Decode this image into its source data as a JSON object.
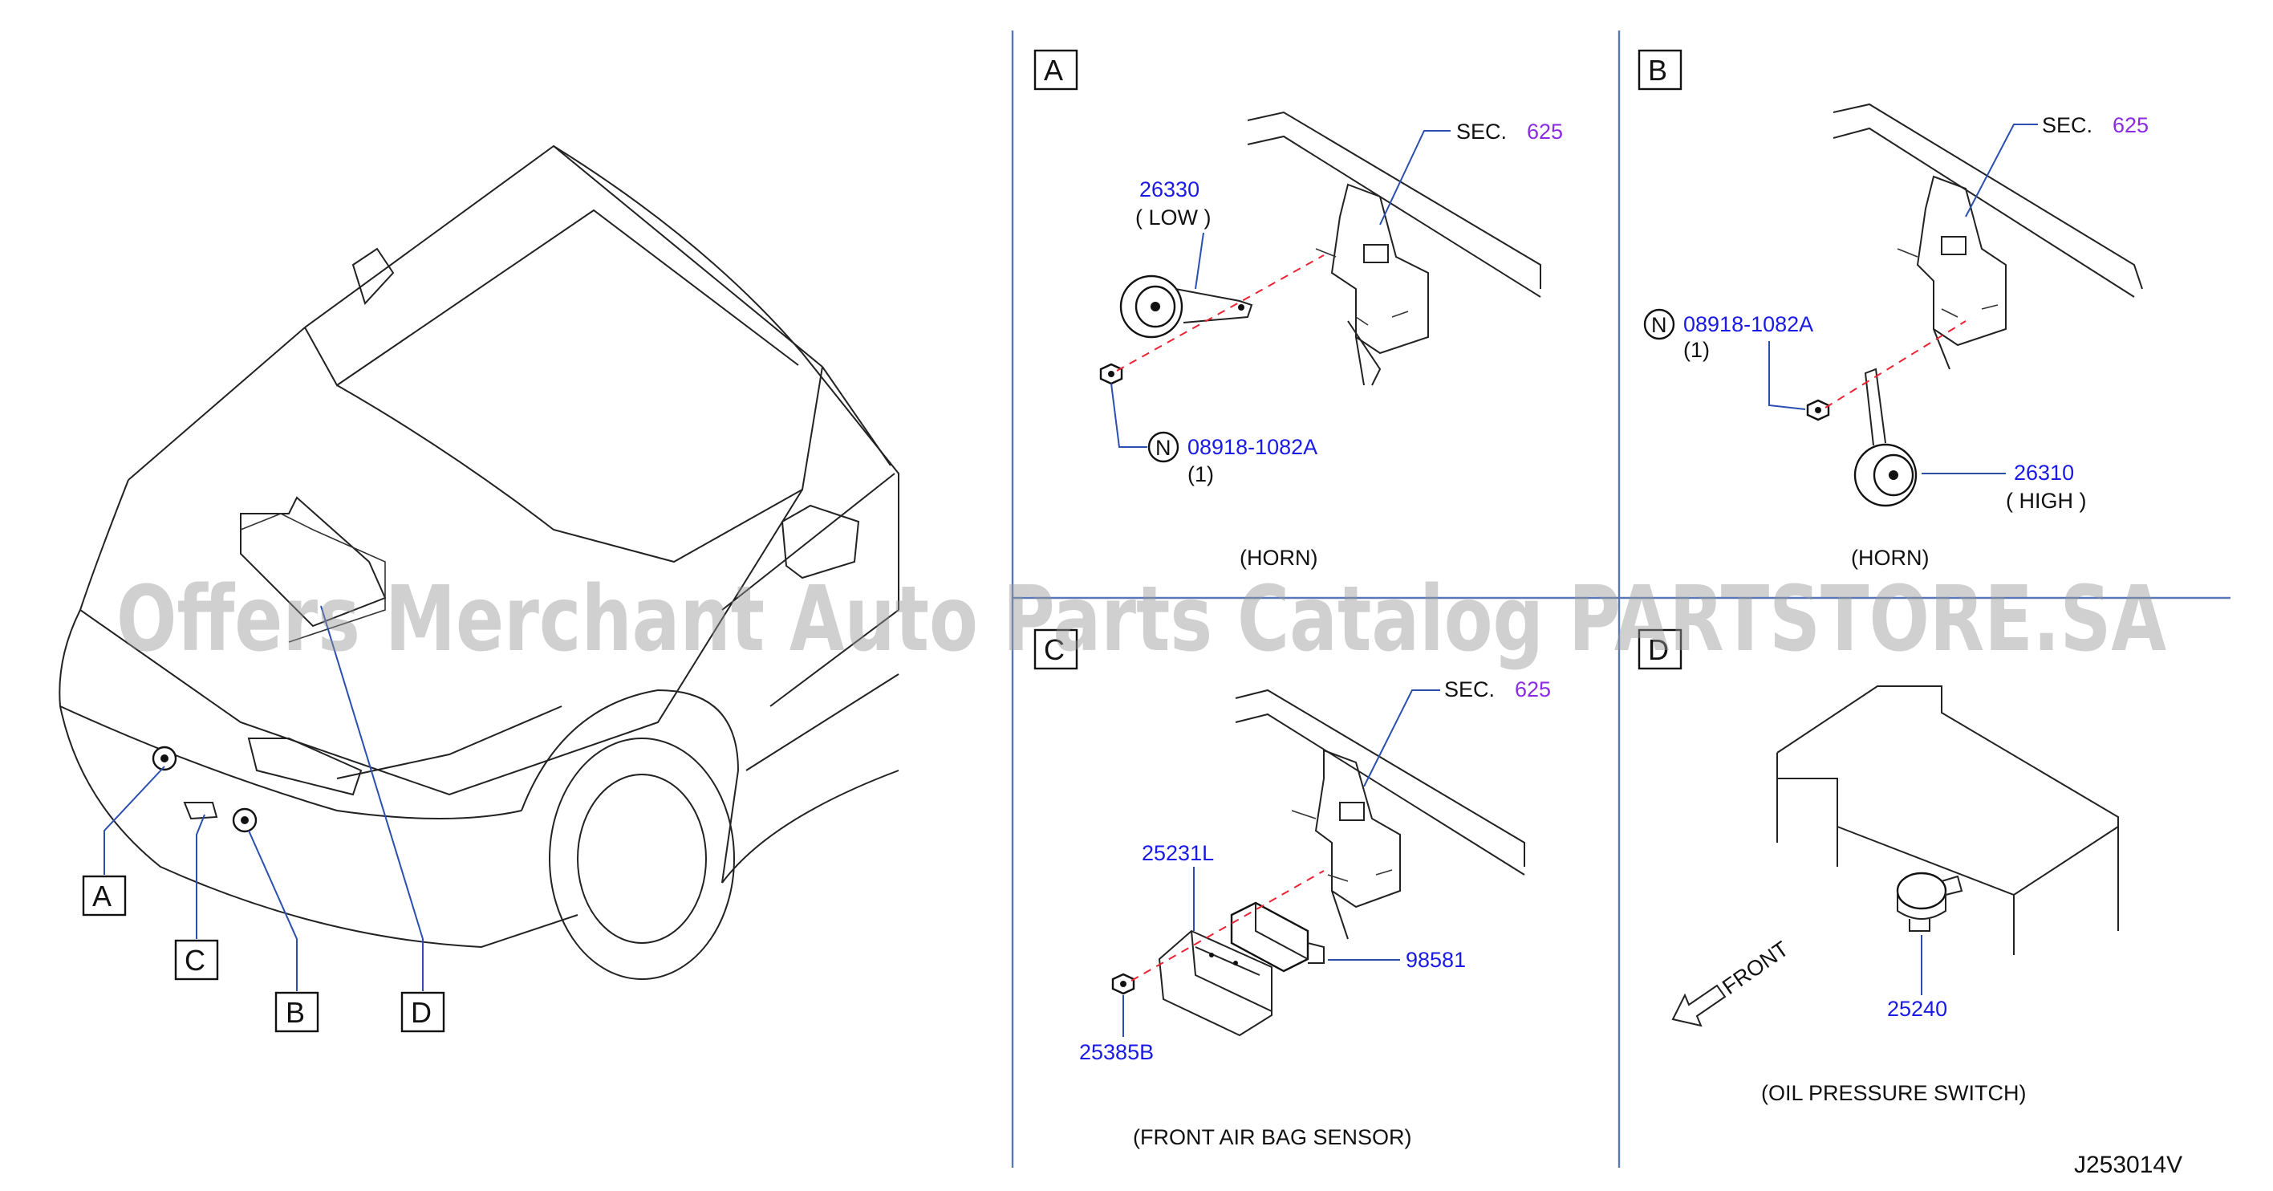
{
  "overview": {
    "callouts": [
      "A",
      "C",
      "B",
      "D"
    ]
  },
  "panels": {
    "A": {
      "letter": "A",
      "sec_prefix": "SEC.",
      "sec_num": "625",
      "part_no": "26330",
      "part_note": "( LOW )",
      "nut_symbol": "N",
      "nut_no": "08918-1082A",
      "nut_qty": "(1)",
      "caption": "(HORN)"
    },
    "B": {
      "letter": "B",
      "sec_prefix": "SEC.",
      "sec_num": "625",
      "nut_symbol": "N",
      "nut_no": "08918-1082A",
      "nut_qty": "(1)",
      "part_no": "26310",
      "part_note": "( HIGH )",
      "caption": "(HORN)"
    },
    "C": {
      "letter": "C",
      "sec_prefix": "SEC.",
      "sec_num": "625",
      "bracket_no": "25231L",
      "sensor_no": "98581",
      "nut_no": "25385B",
      "caption": "(FRONT   AIR   BAG   SENSOR)"
    },
    "D": {
      "letter": "D",
      "front_label": "FRONT",
      "part_no": "25240",
      "caption": "(OIL   PRESSURE   SWITCH)"
    }
  },
  "diagram_code": "J253014V",
  "watermark": "Offers Merchant Auto Parts Catalog PARTSTORE.SA",
  "colors": {
    "part_number": "#1a1ae6",
    "section_number": "#8a2be2",
    "divider": "#5a78b8",
    "dashed_guide": "#e23333"
  }
}
